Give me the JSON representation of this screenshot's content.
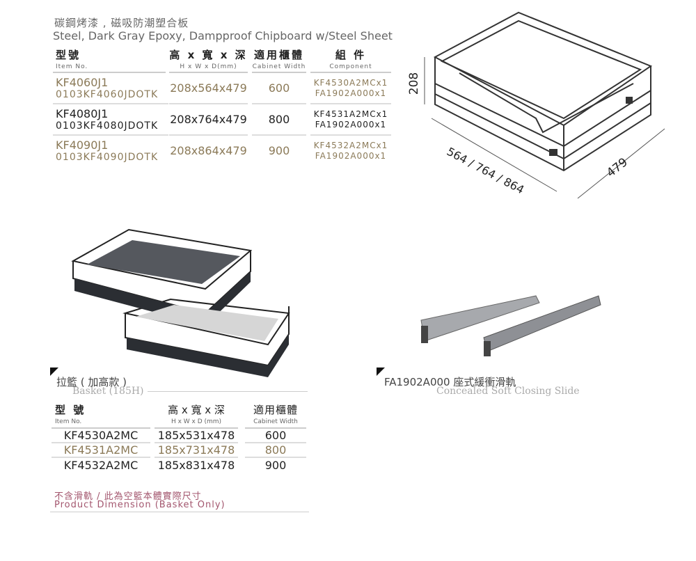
{
  "title": {
    "chinese": "碳鋼烤漆 , 磁吸防潮塑合板",
    "english": "Steel, Dark Gray Epoxy, Dampproof Chipboard w/Steel Sheet"
  },
  "main_table": {
    "headers": [
      {
        "cn": "型號",
        "en": "Item No."
      },
      {
        "cn": "高 x 寬 x 深",
        "en": "H x W x D(mm)"
      },
      {
        "cn": "適用櫃體",
        "en": "Cabinet Width"
      },
      {
        "cn": "組 件",
        "en": "Component"
      }
    ],
    "rows": [
      {
        "item": "KF4060J1",
        "code": "0103KF4060JDOTK",
        "size": "208x564x479",
        "width": "600",
        "comp1": "KF4530A2MCx1",
        "comp2": "FA1902A000x1"
      },
      {
        "item": "KF4080J1",
        "code": "0103KF4080JDOTK",
        "size": "208x764x479",
        "width": "800",
        "comp1": "KF4531A2MCx1",
        "comp2": "FA1902A000x1"
      },
      {
        "item": "KF4090J1",
        "code": "0103KF4090JDOTK",
        "size": "208x864x479",
        "width": "900",
        "comp1": "KF4532A2MCx1",
        "comp2": "FA1902A000x1"
      }
    ]
  },
  "dimension_drawing": {
    "height": "208",
    "width": "564 / 764 / 864",
    "depth": "479"
  },
  "basket_section": {
    "title_cn": "拉籃 ( 加高款 )",
    "title_en": "Basket (185H)",
    "headers": [
      {
        "cn": "型 號",
        "en": "Item No."
      },
      {
        "cn": "高 x 寬 x 深",
        "en": "H x W x D (mm)"
      },
      {
        "cn": "適用櫃體",
        "en": "Cabinet Width"
      }
    ],
    "rows": [
      {
        "item": "KF4530A2MC",
        "size": "185x531x478",
        "width": "600"
      },
      {
        "item": "KF4531A2MC",
        "size": "185x731x478",
        "width": "800"
      },
      {
        "item": "KF4532A2MC",
        "size": "185x831x478",
        "width": "900"
      }
    ],
    "note_cn": "不含滑軌 / 此為空籃本體實際尺寸",
    "note_en": "Product Dimension (Basket Only)"
  },
  "slide_section": {
    "title_cn": "FA1902A000 座式緩衝滑軌",
    "title_en": "Concealed Soft Closing Slide"
  },
  "colors": {
    "gold": "#8b7a58",
    "note": "#a3566e"
  }
}
